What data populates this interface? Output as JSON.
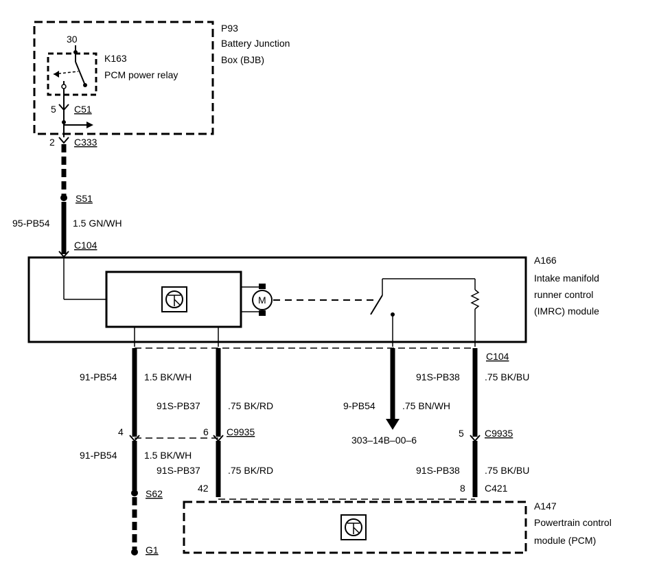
{
  "p93": {
    "id": "P93",
    "line1": "Battery Junction",
    "line2": "Box (BJB)"
  },
  "k163": {
    "id": "K163",
    "desc": "PCM power relay",
    "pin_top": "30",
    "pin_bottom": "5"
  },
  "connectors": {
    "c51": "C51",
    "c333": "C333",
    "c333_pin": "2",
    "s51": "S51",
    "c104_top": "C104",
    "c104_bottom": "C104",
    "c9935_left": "C9935",
    "c9935_right": "C9935",
    "pin4": "4",
    "pin6": "6",
    "pin5": "5",
    "c421": "C421",
    "pin42": "42",
    "pin8": "8",
    "s62": "S62",
    "g1": "G1"
  },
  "wires": {
    "w_top_circuit": "95-PB54",
    "w_top_spec": "1.5 GN/WH",
    "w1_circuit": "91-PB54",
    "w1_spec": "1.5 BK/WH",
    "w2_circuit": "91S-PB37",
    "w2_spec": ".75 BK/RD",
    "w3_circuit": "9-PB54",
    "w3_spec": ".75 BN/WH",
    "w4_circuit": "91S-PB38",
    "w4_spec": ".75 BK/BU",
    "w1b_circuit": "91-PB54",
    "w1b_spec": "1.5 BK/WH",
    "w2b_circuit": "91S-PB37",
    "w2b_spec": ".75 BK/RD",
    "w4b_circuit": "91S-PB38",
    "w4b_spec": ".75 BK/BU",
    "ref": "303–14B–00–6"
  },
  "a166": {
    "id": "A166",
    "line1": "Intake manifold",
    "line2": "runner control",
    "line3": "(IMRC) module",
    "motor": "M"
  },
  "a147": {
    "id": "A147",
    "line1": "Powertrain control",
    "line2": "module (PCM)"
  }
}
